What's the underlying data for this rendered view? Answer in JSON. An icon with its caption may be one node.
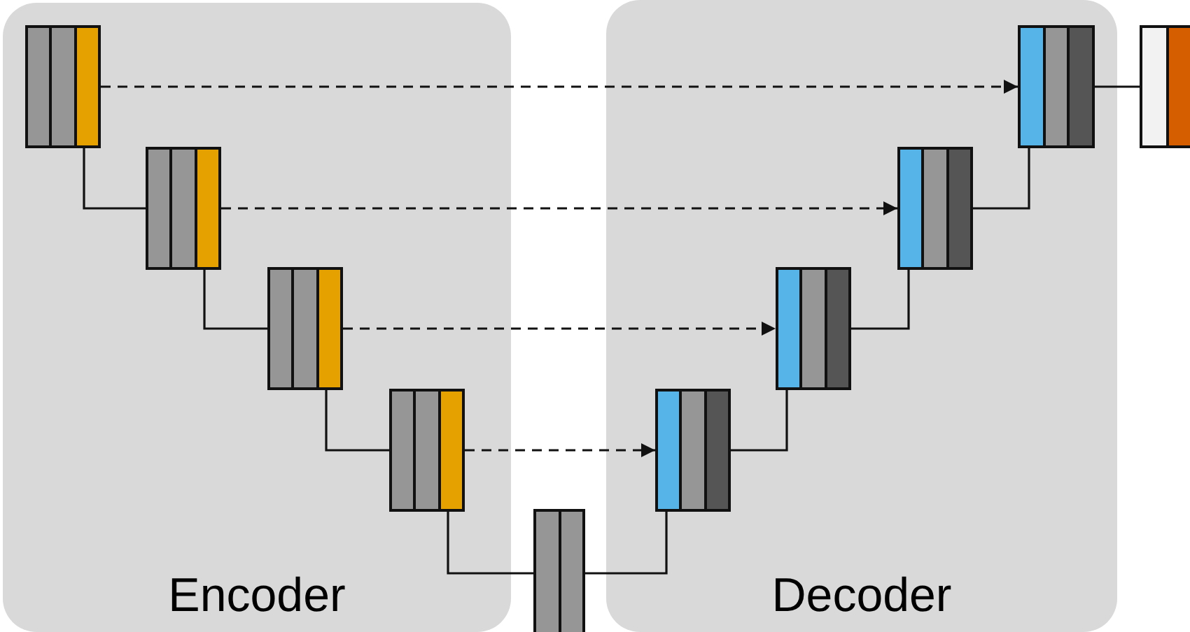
{
  "diagram": {
    "nodes": [
      {
        "text": [
          "Encoder"
        ]
      },
      {
        "text": [],
        "shape": "box",
        "in": 0
      },
      {
        "text": [],
        "shape": "box",
        "in": 0
      },
      {
        "text": [],
        "shape": "box",
        "in": 0
      },
      {
        "text": [],
        "shape": "box",
        "in": 0
      },
      {
        "text": [
          "Decoder"
        ]
      },
      {
        "text": [],
        "shape": "box",
        "in": 5
      },
      {
        "text": [],
        "shape": "box",
        "in": 5
      },
      {
        "text": [],
        "shape": "box",
        "in": 5
      },
      {
        "text": [],
        "shape": "box",
        "in": 5
      },
      {
        "text": [],
        "shape": "box"
      },
      {
        "text": [],
        "shape": "box"
      }
    ],
    "edges": [
      {
        "from": 1,
        "to": 2,
        "arrow": "none"
      },
      {
        "from": 2,
        "to": 3,
        "arrow": "none"
      },
      {
        "from": 3,
        "to": 4,
        "arrow": "none"
      },
      {
        "from": 4,
        "to": 10,
        "arrow": "none"
      },
      {
        "from": 10,
        "to": 9,
        "arrow": "none"
      },
      {
        "from": 9,
        "to": 8,
        "arrow": "none"
      },
      {
        "from": 8,
        "to": 7,
        "arrow": "none"
      },
      {
        "from": 7,
        "to": 6,
        "arrow": "none"
      },
      {
        "from": 6,
        "to": 11,
        "arrow": "none"
      },
      {
        "from": 1,
        "to": 6,
        "arrow": "to",
        "style": "dashed"
      },
      {
        "from": 2,
        "to": 7,
        "arrow": "to",
        "style": "dashed"
      },
      {
        "from": 3,
        "to": 8,
        "arrow": "to",
        "style": "dashed"
      },
      {
        "from": 4,
        "to": 9,
        "arrow": "to",
        "style": "dashed"
      }
    ]
  }
}
